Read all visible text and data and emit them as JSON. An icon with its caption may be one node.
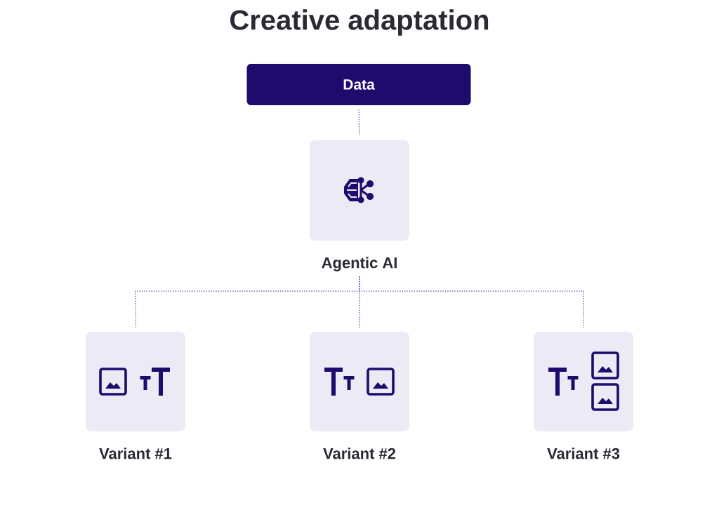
{
  "diagram": {
    "title": "Creative adaptation",
    "nodes": [
      {
        "text": [
          "Data"
        ]
      },
      {
        "text": [
          "Agentic AI"
        ]
      },
      {
        "text": [
          "Variant #1"
        ]
      },
      {
        "text": [
          "Variant #2"
        ]
      },
      {
        "text": [
          "Variant #3"
        ]
      }
    ],
    "edges": [
      {
        "from": 0,
        "to": 1,
        "arrow": "none"
      },
      {
        "from": 1,
        "to": 2,
        "arrow": "none"
      },
      {
        "from": 1,
        "to": 3,
        "arrow": "none"
      },
      {
        "from": 1,
        "to": 4,
        "arrow": "none"
      }
    ]
  }
}
